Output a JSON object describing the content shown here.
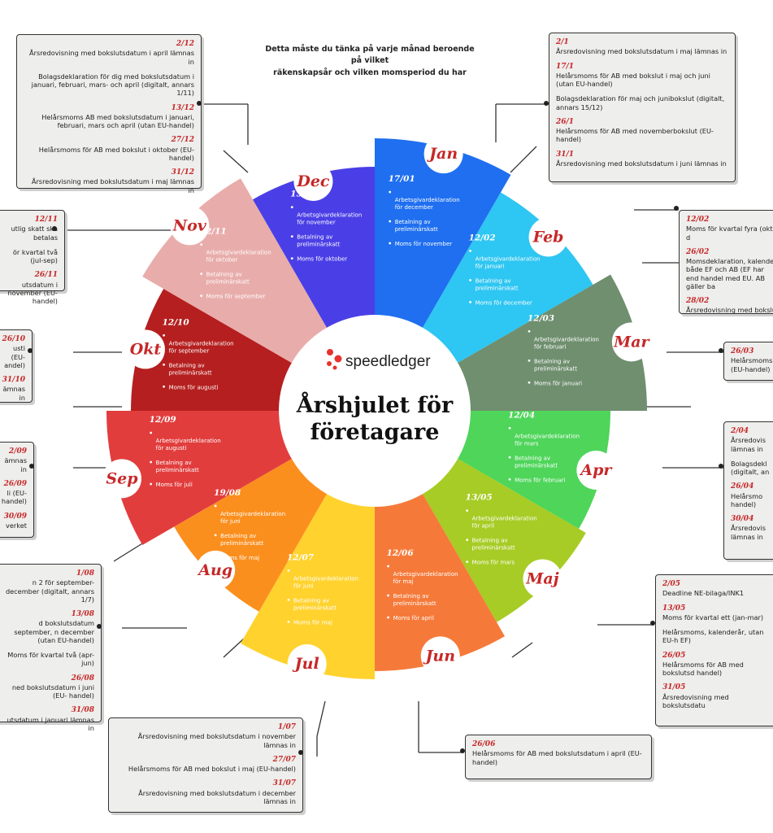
{
  "intro": {
    "line1": "Detta måste du tänka på varje månad beroende på vilket",
    "line2": "räkenskapsår och vilken momsperiod du har"
  },
  "center": {
    "logo": "speedledger",
    "title1": "Årshjulet för",
    "title2": "företagare"
  },
  "colors": {
    "jan": "#1f6ff0",
    "feb": "#2ec6f2",
    "mar": "#6f8f6f",
    "apr": "#4ed55a",
    "maj": "#a7cc25",
    "jun": "#f57a3a",
    "jul": "#ffd22e",
    "aug": "#fb8f1e",
    "sep": "#e23d3d",
    "okt": "#b51f1f",
    "nov": "#e8adab",
    "dec": "#4a3fe6"
  },
  "months": [
    {
      "key": "jan",
      "name": "Jan",
      "date": "17/01",
      "items": [
        "Arbetsgivardeklaration för december",
        "Betalning av preliminärskatt",
        "Moms för november"
      ]
    },
    {
      "key": "feb",
      "name": "Feb",
      "date": "12/02",
      "items": [
        "Arbetsgivardeklaration för januari",
        "Betalning av preliminärskatt",
        "Moms för december"
      ]
    },
    {
      "key": "mar",
      "name": "Mar",
      "date": "12/03",
      "items": [
        "Arbetsgivardeklaration för februari",
        "Betalning av preliminärskatt",
        "Moms för januari"
      ]
    },
    {
      "key": "apr",
      "name": "Apr",
      "date": "12/04",
      "items": [
        "Arbetsgivardeklaration för mars",
        "Betalning av preliminärskatt",
        "Moms för februari"
      ]
    },
    {
      "key": "maj",
      "name": "Maj",
      "date": "13/05",
      "items": [
        "Arbetsgivardeklaration för april",
        "Betalning av preliminärskatt",
        "Moms för mars"
      ]
    },
    {
      "key": "jun",
      "name": "Jun",
      "date": "12/06",
      "items": [
        "Arbetsgivardeklaration för maj",
        "Betalning av preliminärskatt",
        "Moms för april"
      ]
    },
    {
      "key": "jul",
      "name": "Jul",
      "date": "12/07",
      "items": [
        "Arbetsgivardeklaration för juni",
        "Betalning av preliminärskatt",
        "Moms för maj"
      ]
    },
    {
      "key": "aug",
      "name": "Aug",
      "date": "19/08",
      "items": [
        "Arbetsgivardeklaration för juni",
        "Betalning av preliminärskatt",
        "Moms för maj"
      ]
    },
    {
      "key": "sep",
      "name": "Sep",
      "date": "12/09",
      "items": [
        "Arbetsgivardeklaration för augusti",
        "Betalning av preliminärskatt",
        "Moms för juli"
      ]
    },
    {
      "key": "okt",
      "name": "Okt",
      "date": "12/10",
      "items": [
        "Arbetsgivardeklaration för september",
        "Betalning av preliminärskatt",
        "Moms för augusti"
      ]
    },
    {
      "key": "nov",
      "name": "Nov",
      "date": "12/11",
      "items": [
        "Arbetsgivardeklaration för oktober",
        "Betalning av preliminärskatt",
        "Moms för september"
      ]
    },
    {
      "key": "dec",
      "name": "Dec",
      "date": "13/11",
      "items": [
        "Arbetsgivardeklaration för november",
        "Betalning av preliminärskatt",
        "Moms för oktober"
      ]
    }
  ],
  "boxes": {
    "dec": [
      {
        "d": "2/12",
        "t": "Årsredovisning med bokslutsdatum i april lämnas in"
      },
      {
        "d": "",
        "t": "Bolagsdeklaration för dig med bokslutsdatum i januari, februari, mars- och april (digitalt, annars 1/11)"
      },
      {
        "d": "13/12",
        "t": "Helårsmoms AB med bokslutsdatum i januari, februari, mars och april (utan EU-handel)"
      },
      {
        "d": "27/12",
        "t": "Helårsmoms för AB med bokslut i oktober (EU-handel)"
      },
      {
        "d": "31/12",
        "t": "Årsredovisning med bokslutsdatum i maj lämnas in"
      }
    ],
    "jan": [
      {
        "d": "2/1",
        "t": "Årsredovisning med bokslutsdatum i maj lämnas in"
      },
      {
        "d": "17/1",
        "t": "Helårsmoms för AB med bokslut i maj och juni (utan EU-handel)"
      },
      {
        "d": "",
        "t": "Bolagsdeklaration för maj och junibokslut (digitalt, annars 15/12)"
      },
      {
        "d": "26/1",
        "t": "Helårsmoms för AB med novemberbokslut (EU-handel)"
      },
      {
        "d": "31/1",
        "t": "Årsredovisning med bokslutsdatum i juni lämnas in"
      }
    ],
    "nov": [
      {
        "d": "12/11",
        "t": "utlig skatt ska betalas"
      },
      {
        "d": "",
        "t": "ör kvartal två (jul-sep)"
      },
      {
        "d": "26/11",
        "t": "utsdatum i november (EU-handel)"
      }
    ],
    "feb": [
      {
        "d": "12/02",
        "t": "Moms för kvartal fyra (okt-d"
      },
      {
        "d": "26/02",
        "t": "Momsdeklaration, kalender både EF och AB (EF har end handel med EU. AB gäller ba"
      },
      {
        "d": "28/02",
        "t": "Årsredovisning med bokslu"
      }
    ],
    "okt": [
      {
        "d": "26/10",
        "t": "usti (EU- andel)"
      },
      {
        "d": "31/10",
        "t": "ämnas in"
      }
    ],
    "mar": [
      {
        "d": "26/03",
        "t": "Helårsmoms (EU-handel)"
      }
    ],
    "sep": [
      {
        "d": "2/09",
        "t": "ämnas in"
      },
      {
        "d": "26/09",
        "t": "li (EU- handel)"
      },
      {
        "d": "30/09",
        "t": "verket"
      }
    ],
    "apr": [
      {
        "d": "2/04",
        "t": "Årsredovis lämnas in"
      },
      {
        "d": "",
        "t": "Bolagsdekl (digitalt, an"
      },
      {
        "d": "26/04",
        "t": "Helårsmo handel)"
      },
      {
        "d": "30/04",
        "t": "Årsredovis lämnas in"
      }
    ],
    "aug": [
      {
        "d": "1/08",
        "t": "n 2 för september-december (digitalt, annars 1/7)"
      },
      {
        "d": "13/08",
        "t": "d bokslutsdatum september, n december (utan EU-handel)"
      },
      {
        "d": "",
        "t": "Moms för kvartal två (apr-jun)"
      },
      {
        "d": "26/08",
        "t": "ned bokslutsdatum i juni (EU- handel)"
      },
      {
        "d": "31/08",
        "t": "utsdatum i januari lämnas in"
      }
    ],
    "maj": [
      {
        "d": "2/05",
        "t": "Deadline NE-bilaga/INK1"
      },
      {
        "d": "13/05",
        "t": "Moms för kvartal ett (jan-mar)"
      },
      {
        "d": "",
        "t": "Helårsmoms, kalenderår, utan EU-h EF)"
      },
      {
        "d": "26/05",
        "t": "Helårsmoms för AB med bokslutsd handel)"
      },
      {
        "d": "31/05",
        "t": "Årsredovisning med bokslutsdatu"
      }
    ],
    "jul": [
      {
        "d": "1/07",
        "t": "Årsredovisning med bokslutsdatum i november lämnas in"
      },
      {
        "d": "27/07",
        "t": "Helårsmoms för AB med bokslut i maj (EU-handel)"
      },
      {
        "d": "31/07",
        "t": "Årsredovisning med bokslutsdatum i december lämnas in"
      }
    ],
    "jun": [
      {
        "d": "26/06",
        "t": "Helårsmoms för AB med bokslutsdatum i april (EU-handel)"
      }
    ]
  }
}
